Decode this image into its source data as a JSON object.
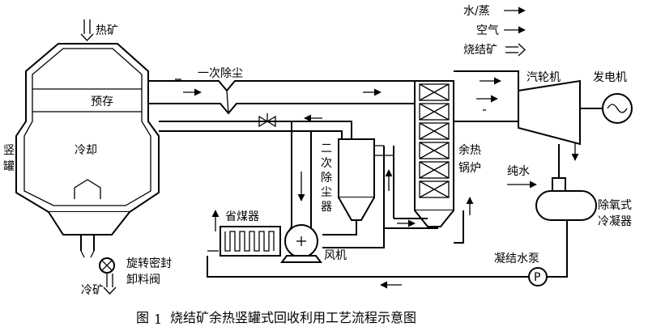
{
  "legend": {
    "water_steam": "水/蒸",
    "air": "空气",
    "sinter": "烧结矿"
  },
  "labels": {
    "hot_ore": "热矿",
    "cold_ore": "冷矿",
    "preheat": "预存",
    "cooling": "冷却",
    "shaft_furnace": "竖罐",
    "primary_dust": "一次除尘",
    "secondary_dust": "二次除尘器",
    "waste_heat_boiler_1": "余热",
    "waste_heat_boiler_2": "锅炉",
    "turbine": "汽轮机",
    "generator": "发电机",
    "pure_water": "纯水",
    "deaerator_1": "除氧式",
    "deaerator_2": "冷凝器",
    "economizer": "省煤器",
    "fan": "风机",
    "condensate_pump": "凝结水泵",
    "pump_symbol": "P",
    "rotary_valve_1": "旋转密封",
    "rotary_valve_2": "卸料阀"
  },
  "caption": {
    "fig": "图",
    "num": "1",
    "title": "烧结矿余热竖罐式回收利用工艺流程示意图"
  }
}
